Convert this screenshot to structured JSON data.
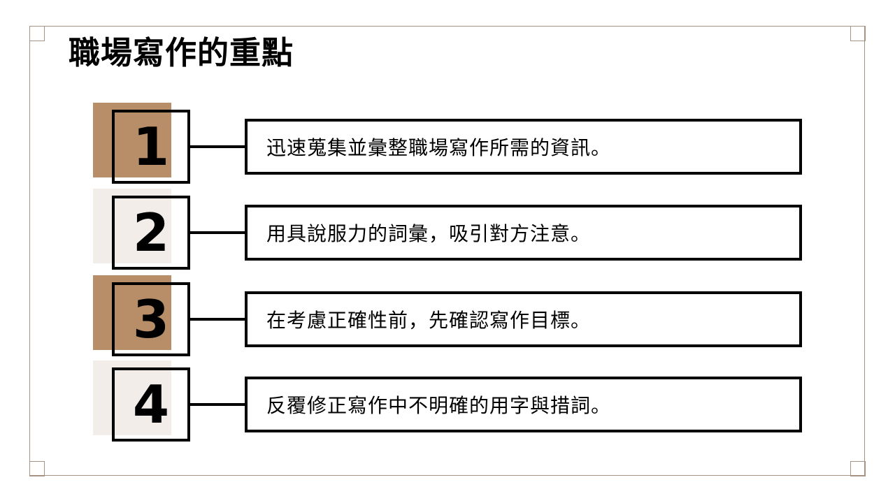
{
  "slide": {
    "title": "職場寫作的重點",
    "items": [
      {
        "number": "1",
        "text": "迅速蒐集並彙整職場寫作所需的資訊。",
        "highlight": true
      },
      {
        "number": "2",
        "text": "用具說服力的詞彙，吸引對方注意。",
        "highlight": false
      },
      {
        "number": "3",
        "text": "在考慮正確性前，先確認寫作目標。",
        "highlight": true
      },
      {
        "number": "4",
        "text": "反覆修正寫作中不明確的用字與措詞。",
        "highlight": false
      }
    ]
  },
  "theme": {
    "accent_brown": "#B78E68",
    "accent_light": "#F3EDE9",
    "frame_border": "#A69383",
    "ink": "#000000",
    "background": "#FFFFFF"
  }
}
